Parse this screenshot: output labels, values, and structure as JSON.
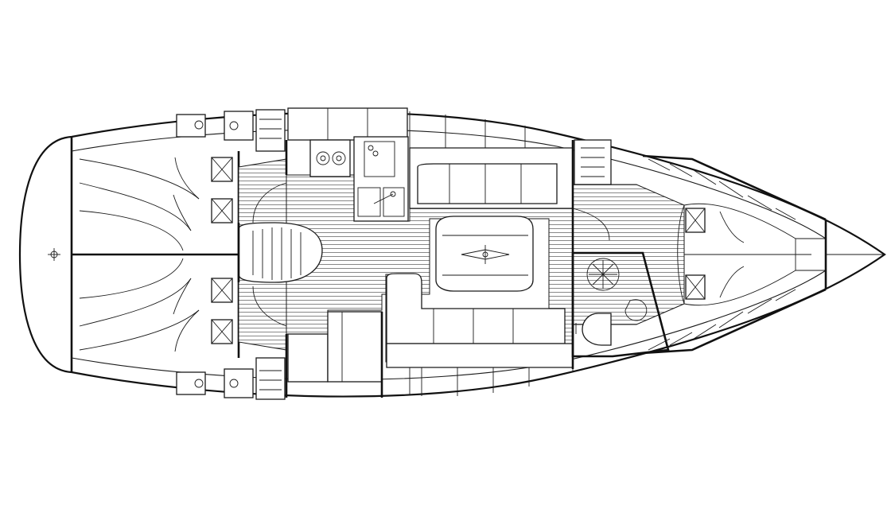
{
  "diagram": {
    "type": "sailboat-interior-layout",
    "orientation": "stern-left-bow-right",
    "colors": {
      "line": "#1a1a1a",
      "background": "#ffffff"
    },
    "cabins": {
      "aft_cabins": 2,
      "forward_cabins": 1,
      "heads": 1
    }
  }
}
